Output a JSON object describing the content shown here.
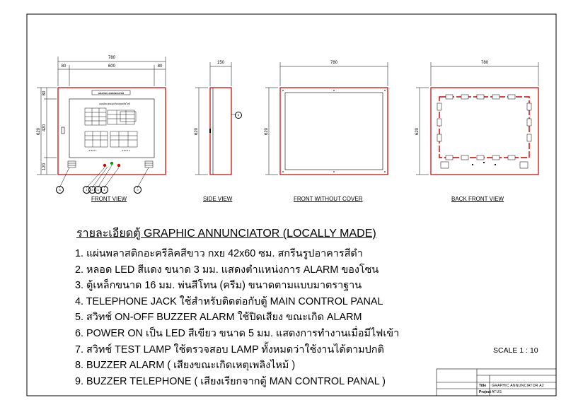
{
  "views": {
    "front": {
      "label": "FRONT VIEW",
      "dim_total": "780",
      "dim_left": "80",
      "dim_mid": "600",
      "dim_right": "80",
      "dim_h_total": "620",
      "dim_h_top": "80",
      "dim_h_mid": "420",
      "dim_h_bot": "120",
      "plaque_text": "GRAPHIC ANNUNCIATOR",
      "map_title": "แผนผังแสดงจุดเกิดเหตุเพลิงไหม้",
      "map_label_1": "อาคาร 1",
      "map_label_2": "อาคาร 2"
    },
    "side": {
      "label": "SIDE VIEW",
      "dim_w": "150",
      "dim_h": "620"
    },
    "front_without_cover": {
      "label": "FRONT WITHOUT COVER",
      "dim_w": "780",
      "dim_h": "620"
    },
    "back": {
      "label": "BACK FRONT VIEW",
      "dim_w": "780",
      "dim_h": "620"
    }
  },
  "callouts": [
    "8",
    "1",
    "2",
    "3",
    "4",
    "9",
    "5"
  ],
  "spec": {
    "heading": "รายละเอียดตู้  GRAPHIC ANNUNCIATOR (LOCALLY MADE)",
    "items": [
      "1. แผ่นพลาสติกอะครีลิคสีขาว กxย 42x60  ซม. สกรีนรูปอาคารสีดำ",
      "2. หลอด LED สีแดง ขนาด 3 มม. แสดงตำแหน่งการ ALARM ของโซน",
      "3. ตู้เหล็กขนาด 16 มม. พ่นสีโทน (ครีม) ขนาดตามแบบมาตราฐาน",
      "4. TELEPHONE JACK ใช้สำหรับติดต่อกับตู้  MAIN CONTROL PANAL",
      "5. สวิทช์  ON-OFF BUZZER ALARM ใช้ปิดเสียง ขณะเกิด  ALARM",
      "6. POWER ON เป็น LED สีเขียว ขนาด 5 มม. แสดงการทำงานเมื่อมีไฟเข้า",
      "7. สวิทช์ TEST LAMP  ใช้ตรวจสอบ LAMP ทั้งหมดว่าใช้งานได้ตามปกติ",
      "8. BUZZER  ALARM  ( เสียงขณะเกิดเหตุเพลิงไหม้ )",
      "9. BUZZER  TELEPHONE   ( เสียงเรียกจากตู้  MAN CONTROL PANAL )"
    ]
  },
  "scale": "SCALE  1 : 10",
  "title_block": {
    "title_key": "Title",
    "title_val": "GRAPHIC ANNUNCIATOR A2",
    "project_key": "Project",
    "project_val": "ATUS"
  },
  "colors": {
    "frame": "#c00000",
    "line": "#000000",
    "led": "#d00000",
    "power_led": "#00a000"
  }
}
